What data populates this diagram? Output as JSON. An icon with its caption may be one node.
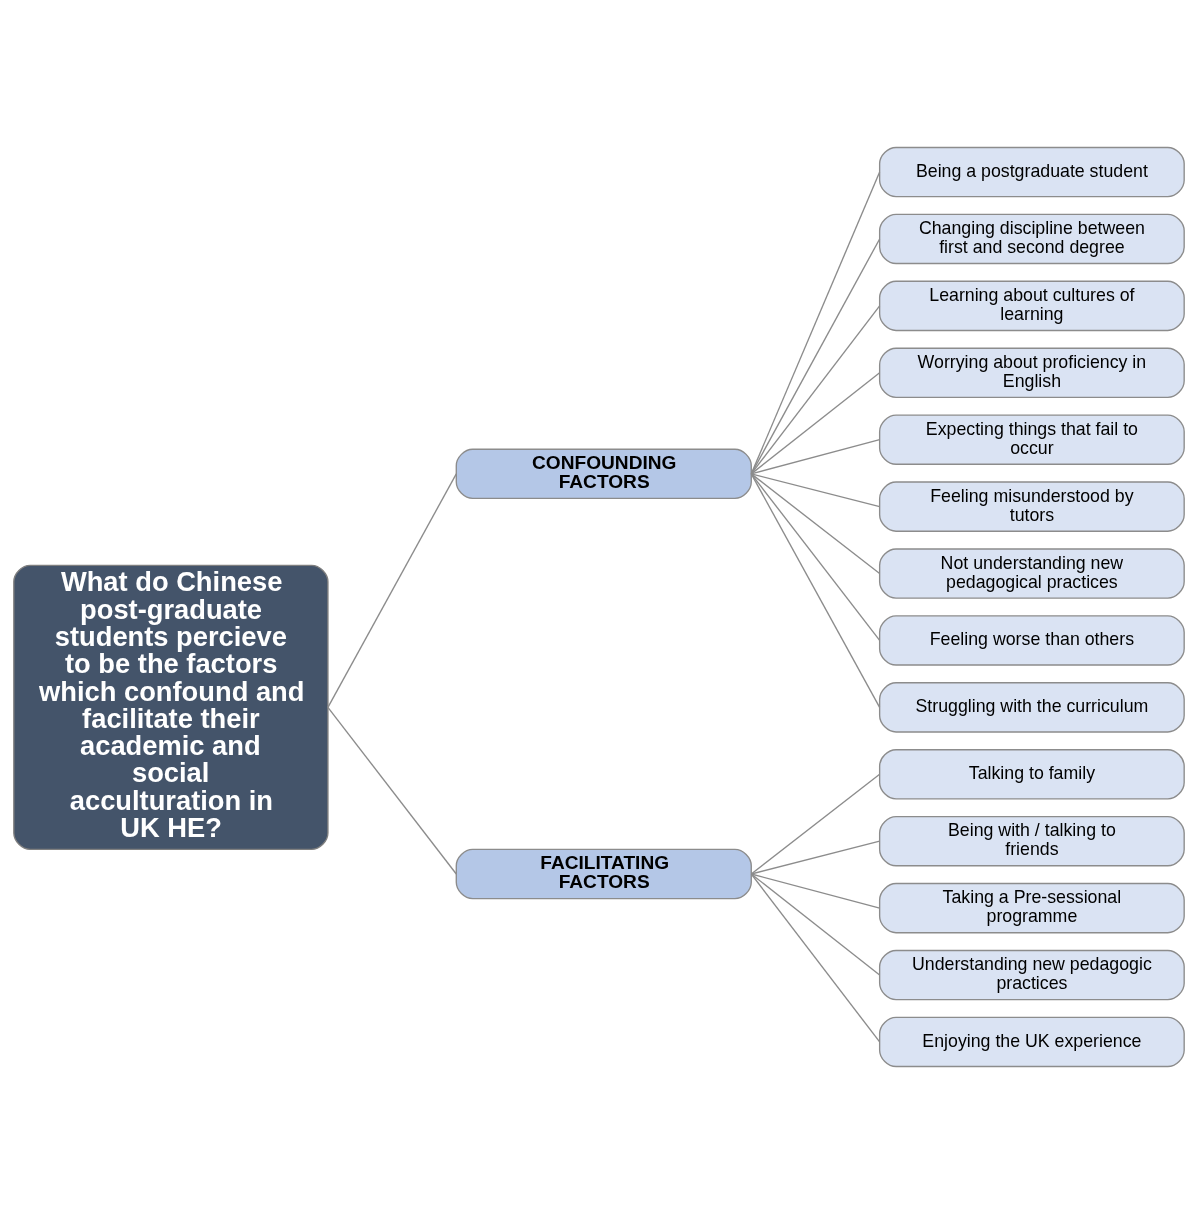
{
  "diagram": {
    "nodes": [
      {
        "text": [
          "What do Chinese post-graduate students percieve to be the factors which confound and facilitate their academic and social acculturation in UK HE?"
        ]
      },
      {
        "text": [
          "CONFOUNDING FACTORS"
        ]
      },
      {
        "text": [
          "FACILITATING FACTORS"
        ]
      },
      {
        "text": [
          "Being a postgraduate student"
        ]
      },
      {
        "text": [
          "Changing discipline between first and second degree"
        ]
      },
      {
        "text": [
          "Learning about cultures of learning"
        ]
      },
      {
        "text": [
          "Worrying about proficiency in English"
        ]
      },
      {
        "text": [
          "Expecting things that fail to occur"
        ]
      },
      {
        "text": [
          "Feeling misunderstood by tutors"
        ]
      },
      {
        "text": [
          "Not understanding new pedagogical practices"
        ]
      },
      {
        "text": [
          "Feeling worse than others"
        ]
      },
      {
        "text": [
          "Struggling with the curriculum"
        ]
      },
      {
        "text": [
          "Talking to family"
        ]
      },
      {
        "text": [
          "Being with / talking to friends"
        ]
      },
      {
        "text": [
          "Taking a Pre-sessional programme"
        ]
      },
      {
        "text": [
          "Understanding new pedagogic practices"
        ]
      },
      {
        "text": [
          "Enjoying the UK experience"
        ]
      }
    ],
    "edges": [
      {
        "from": 0,
        "to": 1,
        "arrow": "none"
      },
      {
        "from": 0,
        "to": 2,
        "arrow": "none"
      },
      {
        "from": 1,
        "to": 3,
        "arrow": "none"
      },
      {
        "from": 1,
        "to": 4,
        "arrow": "none"
      },
      {
        "from": 1,
        "to": 5,
        "arrow": "none"
      },
      {
        "from": 1,
        "to": 6,
        "arrow": "none"
      },
      {
        "from": 1,
        "to": 7,
        "arrow": "none"
      },
      {
        "from": 1,
        "to": 8,
        "arrow": "none"
      },
      {
        "from": 1,
        "to": 9,
        "arrow": "none"
      },
      {
        "from": 1,
        "to": 10,
        "arrow": "none"
      },
      {
        "from": 1,
        "to": 11,
        "arrow": "none"
      },
      {
        "from": 2,
        "to": 12,
        "arrow": "none"
      },
      {
        "from": 2,
        "to": 13,
        "arrow": "none"
      },
      {
        "from": 2,
        "to": 14,
        "arrow": "none"
      },
      {
        "from": 2,
        "to": 15,
        "arrow": "none"
      },
      {
        "from": 2,
        "to": 16,
        "arrow": "none"
      }
    ]
  }
}
